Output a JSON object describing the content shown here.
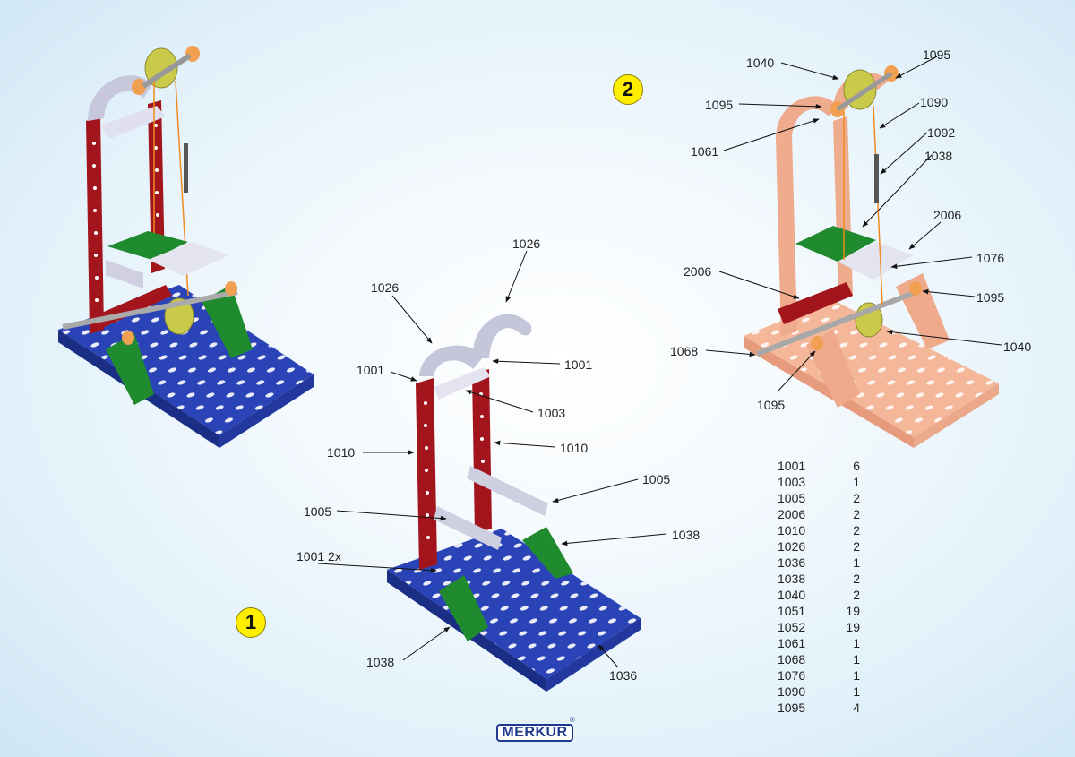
{
  "step_badges": {
    "step1": "1",
    "step2": "2"
  },
  "callouts": {
    "step1": {
      "c1026a": "1026",
      "c1026b": "1026",
      "c1001a": "1001",
      "c1001b": "1001",
      "c1003": "1003",
      "c1010a": "1010",
      "c1010b": "1010",
      "c1005a": "1005",
      "c1005b": "1005",
      "c1038a": "1038",
      "c1038b": "1038",
      "c1001x2": "1001 2x",
      "c1036": "1036"
    },
    "step2": {
      "c1040a": "1040",
      "c1095a": "1095",
      "c1095b": "1095",
      "c1090": "1090",
      "c1061": "1061",
      "c1092": "1092",
      "c1038": "1038",
      "c2006a": "2006",
      "c1076": "1076",
      "c2006b": "2006",
      "c1095c": "1095",
      "c1068": "1068",
      "c1040b": "1040",
      "c1095d": "1095"
    }
  },
  "parts_list": [
    {
      "part": "1001",
      "qty": "6"
    },
    {
      "part": "1003",
      "qty": "1"
    },
    {
      "part": "1005",
      "qty": "2"
    },
    {
      "part": "2006",
      "qty": "2"
    },
    {
      "part": "1010",
      "qty": "2"
    },
    {
      "part": "1026",
      "qty": "2"
    },
    {
      "part": "1036",
      "qty": "1"
    },
    {
      "part": "1038",
      "qty": "2"
    },
    {
      "part": "1040",
      "qty": "2"
    },
    {
      "part": "1051",
      "qty": "19"
    },
    {
      "part": "1052",
      "qty": "19"
    },
    {
      "part": "1061",
      "qty": "1"
    },
    {
      "part": "1068",
      "qty": "1"
    },
    {
      "part": "1076",
      "qty": "1"
    },
    {
      "part": "1090",
      "qty": "1"
    },
    {
      "part": "1095",
      "qty": "4"
    }
  ],
  "brand": {
    "logo_text": "MERKUR",
    "registered_mark": "®"
  },
  "colors": {
    "base_plate": "#2a44b8",
    "strip_red": "#a3151c",
    "strip_silver": "#d8d8e6",
    "bracket_green": "#1f8a2e",
    "pulley_yellow": "#c9c94a",
    "collar_orange": "#f0a050",
    "highlight_copper": "#f4b79a",
    "string_orange": "#f08a20",
    "step_badge": "#ffee00",
    "brand_blue": "#1f3a8c"
  }
}
